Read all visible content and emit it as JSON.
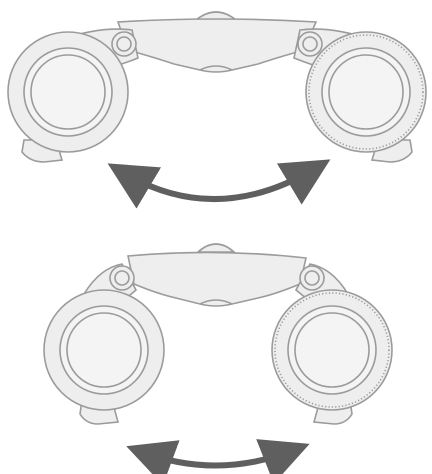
{
  "figure": {
    "panels": [
      {
        "id": "wide",
        "state": "eyepieces spread apart"
      },
      {
        "id": "narrow",
        "state": "eyepieces moved together"
      }
    ],
    "colors": {
      "body_fill": "#eeeeee",
      "outline": "#9b9b9b",
      "lens_fill": "#f4f4f4",
      "arrow": "#5f5f5f",
      "background": "#ffffff"
    },
    "icons": [
      "binoculars-top-view",
      "double-headed-curved-arrow"
    ]
  }
}
